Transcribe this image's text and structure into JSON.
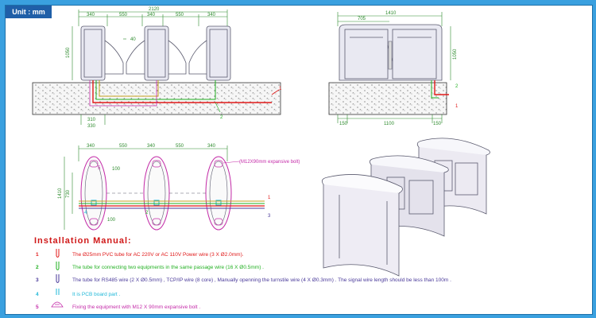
{
  "unit_label": "Unit : mm",
  "front_view": {
    "total_width": "2120",
    "segments_top": [
      "340",
      "550",
      "340",
      "550",
      "340"
    ],
    "height_label": "1050",
    "flap_gap": "40",
    "bottom_widths": [
      "310",
      "330"
    ],
    "markers": [
      "1",
      "2"
    ]
  },
  "side_view": {
    "total_width": "1410",
    "top_left": "705",
    "height_label": "1050",
    "bottom_dims": [
      "150",
      "1100",
      "150"
    ],
    "markers": [
      "2",
      "1"
    ]
  },
  "plan_view": {
    "segments_top": [
      "340",
      "550",
      "340",
      "550",
      "340"
    ],
    "bolt_label": "(M12X90mm expansive bolt)",
    "dims": [
      "100",
      "100",
      "1410",
      "730"
    ],
    "markers": [
      "5",
      "4",
      "2",
      "3",
      "1"
    ]
  },
  "manual": {
    "title": "Installation Manual:",
    "items": [
      {
        "num": "1",
        "color": "#e01818",
        "text": "The Ø25mm PVC tube for AC 220V or AC 110V Power wire  (3 X Ø2.0mm)."
      },
      {
        "num": "2",
        "color": "#22b022",
        "text": "The tube for connecting two equipments in the same passage wire  (16 X Ø0.5mm) ."
      },
      {
        "num": "3",
        "color": "#4a3a9a",
        "text": "The tube for RS485 wire (2 X Ø0.5mm) , TCP/IP wire (8 core) , Manually openning the turnstile wire (4 X Ø0.3mm) . The signal wire length should be less than 100m ."
      },
      {
        "num": "4",
        "color": "#20b8d8",
        "text": "It is PCB board part ."
      },
      {
        "num": "5",
        "color": "#c42aa8",
        "text": "Fixing the equipment with M12 X 90mm expansive bolt ."
      }
    ]
  }
}
